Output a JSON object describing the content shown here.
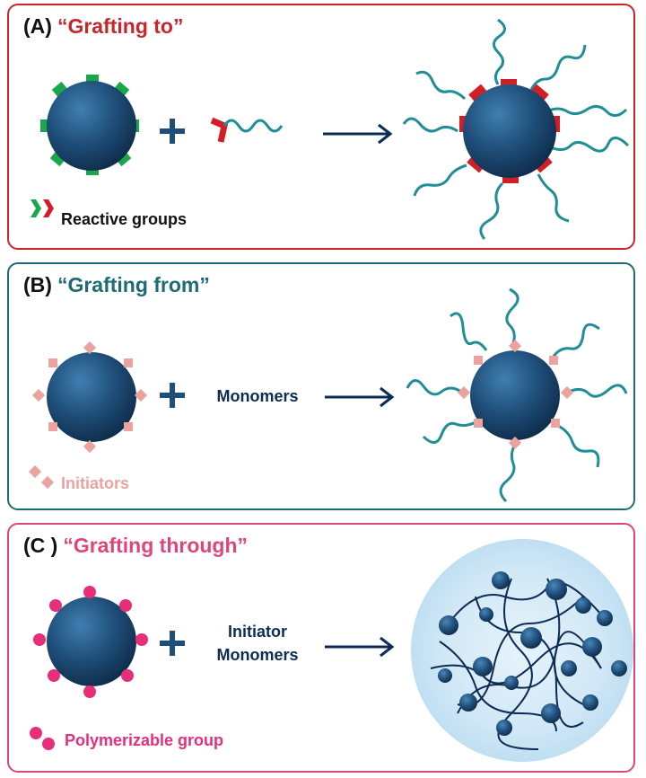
{
  "panels": [
    {
      "label": "(A)",
      "title": "“Grafting to”",
      "legend": "Reactive groups",
      "accent": "#c8262b"
    },
    {
      "label": "(B)",
      "title": "“Grafting from”",
      "reagent": "Monomers",
      "legend": "Initiators",
      "accent": "#1d6b73"
    },
    {
      "label": "(C )",
      "title": "“Grafting through”",
      "reagent_line1": "Initiator",
      "reagent_line2": "Monomers",
      "legend": "Polymerizable group",
      "accent": "#e0457a"
    }
  ],
  "colors": {
    "particle": "#1f4e79",
    "chain": "#1f8e96",
    "reactive_green": "#1aa64a",
    "reactive_red": "#d21f26",
    "initiator": "#eba3a0",
    "polymerizable": "#e72e7b",
    "arrow": "#0d2c55",
    "network_bg": "#cfe6f5"
  },
  "icons": [
    "plus-icon",
    "arrow-right-icon",
    "nanoparticle-icon",
    "polymer-chain-icon"
  ]
}
